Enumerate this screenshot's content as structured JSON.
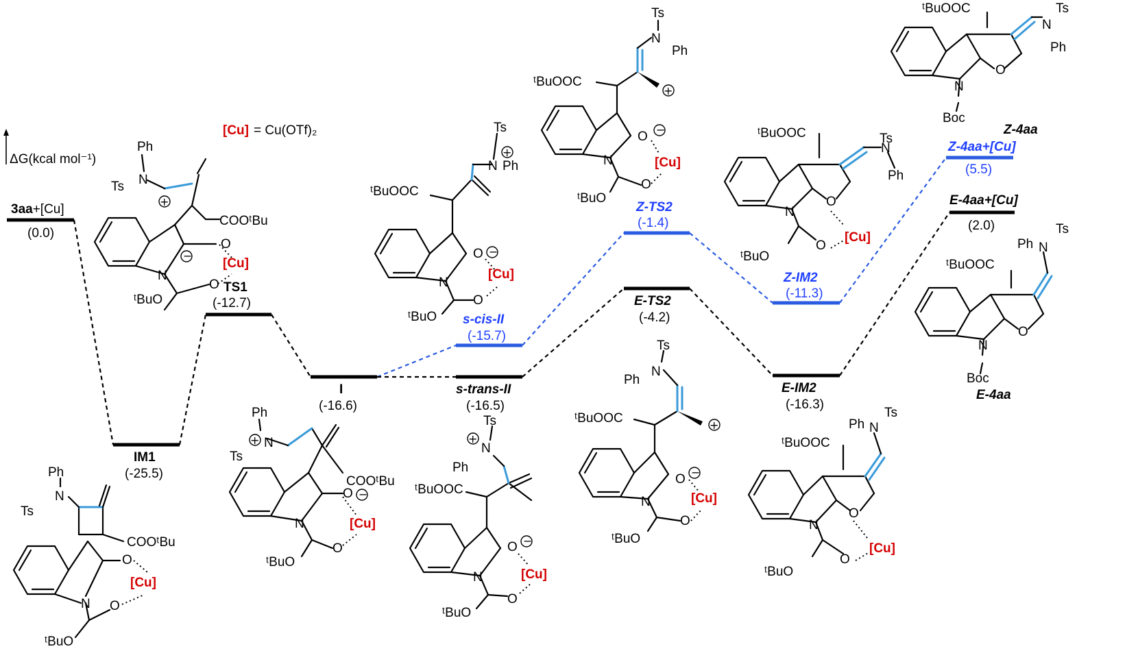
{
  "figure": {
    "axis_label": "ΔG(kcal mol⁻¹)",
    "cu_legend": {
      "abbr": "[Cu]",
      "eq": "= Cu(OTf)₂"
    },
    "colors": {
      "black_path": "#000000",
      "blue_path": "#2a5be0",
      "cu": "#d40000",
      "highlight_bond": "#3a9ad9"
    }
  },
  "states": {
    "s3aa": {
      "name": "3aa+[Cu]",
      "energy": "(0.0)"
    },
    "IM1": {
      "name": "IM1",
      "energy": "(-25.5)"
    },
    "TS1": {
      "name": "TS1",
      "energy": "(-12.7)"
    },
    "I": {
      "name": "I",
      "energy": "(-16.6)"
    },
    "scis": {
      "name": "s-cis-II",
      "energy": "(-15.7)"
    },
    "strans": {
      "name": "s-trans-II",
      "energy": "(-16.5)"
    },
    "ZTS2": {
      "name": "Z-TS2",
      "energy": "(-1.4)"
    },
    "ETS2": {
      "name": "E-TS2",
      "energy": "(-4.2)"
    },
    "ZIM2": {
      "name": "Z-IM2",
      "energy": "(-11.3)"
    },
    "EIM2": {
      "name": "E-IM2",
      "energy": "(-16.3)"
    },
    "Z4aaCu": {
      "name": "Z-4aa+[Cu]",
      "energy": "(5.5)"
    },
    "E4aaCu": {
      "name": "E-4aa+[Cu]",
      "energy": "(2.0)"
    }
  },
  "products": {
    "Z4aa": "Z-4aa",
    "E4aa": "E-4aa"
  },
  "atoms": {
    "Ph": "Ph",
    "Ts": "Ts",
    "N": "N",
    "O": "O",
    "Cu": "[Cu]",
    "COOtBu": "COOᵗBu",
    "tBuOOC": "ᵗBuOOC",
    "tBuO": "ᵗBuO",
    "Boc": "Boc"
  }
}
